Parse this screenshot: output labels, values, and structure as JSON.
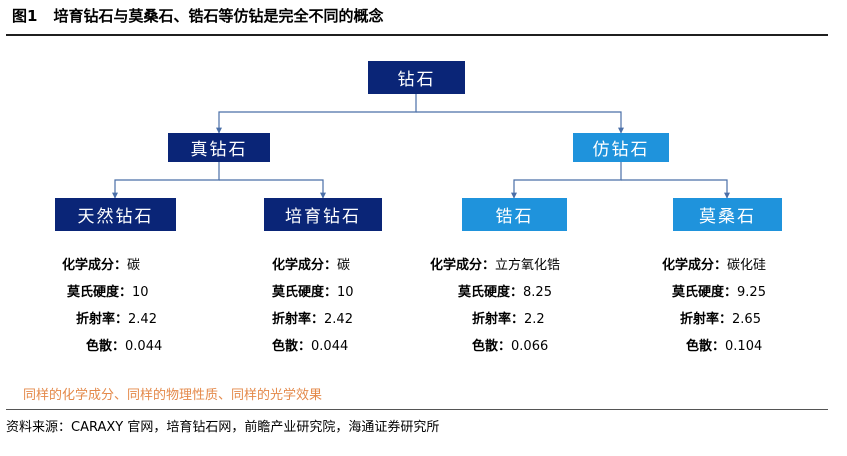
{
  "figure": {
    "label": "图1",
    "title": "培育钻石与莫桑石、锆石等仿钻是完全不同的概念"
  },
  "nodes": {
    "root": "钻石",
    "real": "真钻石",
    "imitation": "仿钻石",
    "natural": "天然钻石",
    "lab_grown": "培育钻石",
    "zircon": "锆石",
    "moissanite": "莫桑石"
  },
  "property_labels": {
    "composition": "化学成分：",
    "hardness": "莫氏硬度：",
    "refraction": "折射率：",
    "dispersion": "色散："
  },
  "properties": {
    "natural": {
      "composition": "碳",
      "hardness": "10",
      "refraction": "2.42",
      "dispersion": "0.044"
    },
    "lab_grown": {
      "composition": "碳",
      "hardness": "10",
      "refraction": "2.42",
      "dispersion": "0.044"
    },
    "zircon": {
      "composition": "立方氧化锆",
      "hardness": "8.25",
      "refraction": "2.2",
      "dispersion": "0.066"
    },
    "moissanite": {
      "composition": "碳化硅",
      "hardness": "9.25",
      "refraction": "2.65",
      "dispersion": "0.104"
    }
  },
  "note": "同样的化学成分、同样的物理性质、同样的光学效果",
  "source": "资料来源：CARAXY 官网，培育钻石网，前瞻产业研究院，海通证券研究所",
  "colors": {
    "dark_node": "#0a2577",
    "light_node": "#1f93dc",
    "note_text": "#e4894a",
    "connector": "#4a6fa8"
  }
}
